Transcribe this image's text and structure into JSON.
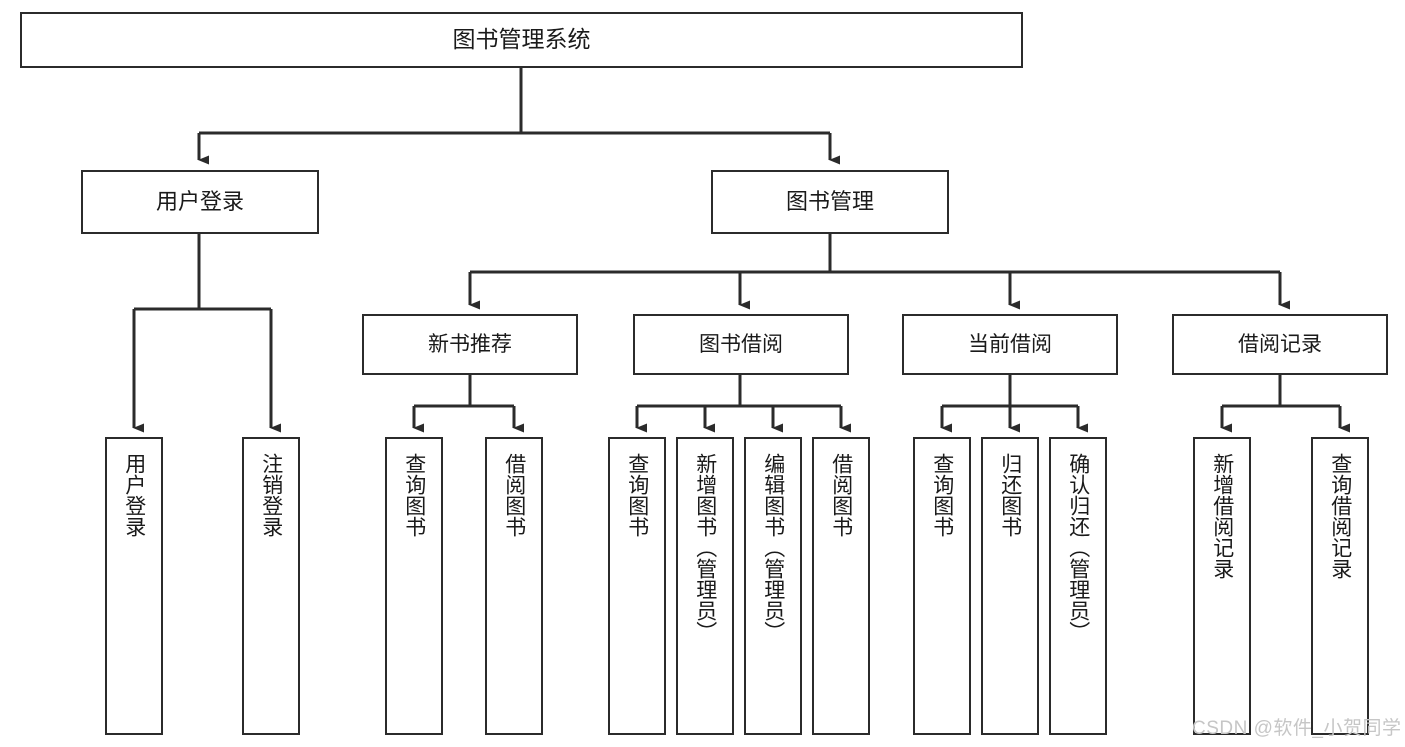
{
  "diagram": {
    "title_node": {
      "label": "图书管理系统"
    },
    "level2": [
      {
        "id": "user-login",
        "label": "用户登录"
      },
      {
        "id": "book-management",
        "label": "图书管理"
      }
    ],
    "level3": [
      {
        "id": "new-book-recommend",
        "label": "新书推荐"
      },
      {
        "id": "book-borrow",
        "label": "图书借阅"
      },
      {
        "id": "current-borrow",
        "label": "当前借阅"
      },
      {
        "id": "borrow-record",
        "label": "借阅记录"
      }
    ],
    "leaves": {
      "user_login": [
        {
          "id": "leaf-user-login",
          "label": "用户登录"
        },
        {
          "id": "leaf-logout-login",
          "label": "注销登录"
        }
      ],
      "new_book_recommend": [
        {
          "id": "leaf-query-book-1",
          "label": "查询图书"
        },
        {
          "id": "leaf-borrow-book-1",
          "label": "借阅图书"
        }
      ],
      "book_borrow": [
        {
          "id": "leaf-query-book-2",
          "label": "查询图书"
        },
        {
          "id": "leaf-add-book",
          "label": "新增图书（管理员）"
        },
        {
          "id": "leaf-edit-book",
          "label": "编辑图书（管理员）"
        },
        {
          "id": "leaf-borrow-book-2",
          "label": "借阅图书"
        }
      ],
      "current_borrow": [
        {
          "id": "leaf-query-book-3",
          "label": "查询图书"
        },
        {
          "id": "leaf-return-book",
          "label": "归还图书"
        },
        {
          "id": "leaf-confirm-return",
          "label": "确认归还（管理员）"
        }
      ],
      "borrow_record": [
        {
          "id": "leaf-add-record",
          "label": "新增借阅记录"
        },
        {
          "id": "leaf-query-record",
          "label": "查询借阅记录"
        }
      ]
    }
  },
  "watermark": {
    "text": "CSDN @软件_小贺同学"
  },
  "colors": {
    "stroke": "#2b2b2b",
    "box_fill": "#ffffff",
    "text": "#1a1a1a",
    "watermark": "#c6c6c6",
    "background": "#ffffff"
  }
}
